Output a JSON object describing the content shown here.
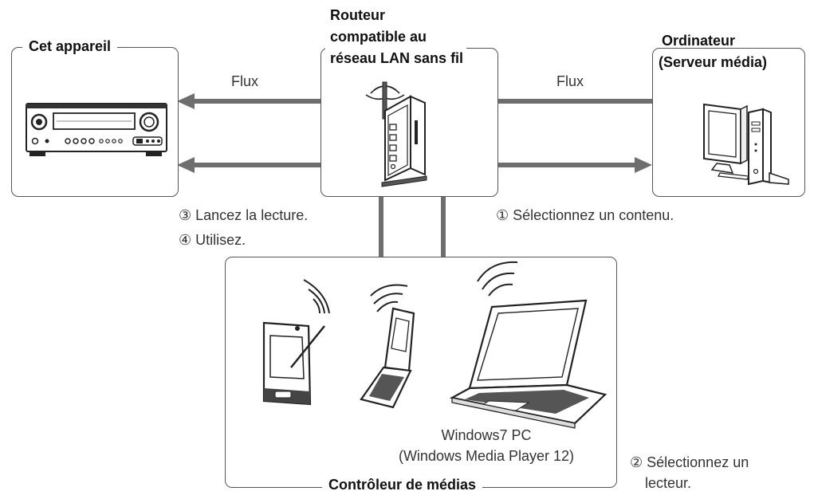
{
  "device_box": {
    "title": "Cet appareil"
  },
  "router_box": {
    "title_lines": [
      "Routeur",
      "compatible au",
      "réseau LAN sans fil"
    ]
  },
  "computer_box": {
    "title_lines": [
      "Ordinateur",
      "(Serveur média)"
    ]
  },
  "controller_box": {
    "title": "Contrôleur de médias"
  },
  "flows": {
    "left_label": "Flux",
    "right_label": "Flux"
  },
  "steps": {
    "step1": "① Sélectionnez un contenu.",
    "step2_lines": [
      "② Sélectionnez un",
      "lecteur."
    ],
    "step3": "③ Lancez la lecture.",
    "step4": "④ Utilisez."
  },
  "laptop": {
    "label_lines": [
      "Windows7 PC",
      "(Windows Media Player 12)"
    ]
  }
}
